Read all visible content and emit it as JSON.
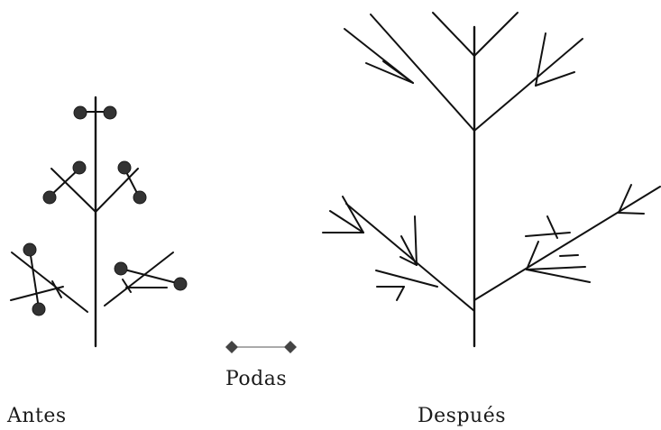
{
  "labels": {
    "before": "Antes",
    "after": "Después",
    "legend": "Podas"
  },
  "colors": {
    "line": "#111111",
    "cut_marker": "#333333"
  }
}
